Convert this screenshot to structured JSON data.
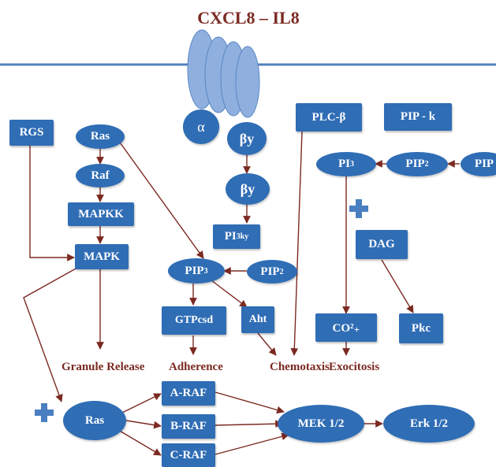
{
  "title": "CXCL8 – IL8",
  "receptor": {
    "alpha": "α",
    "beta_gamma": "βy",
    "beta_gamma_2": "βy",
    "pi3": "PI",
    "pi3_sub": "3ky"
  },
  "left": {
    "rgs": "RGS",
    "ras": "Ras",
    "raf": "Raf",
    "mapkk": "MAPKK",
    "mapk": "MAPK"
  },
  "middle": {
    "pip3": "PIP",
    "pip3_sub": "3",
    "pip2": "PIP",
    "pip2_sub": "2",
    "gtp": "GTPcsd",
    "aht": "Aht"
  },
  "right": {
    "plc": "PLC-β",
    "pipk": "PIP - k",
    "pi3": "PI",
    "pi3_sub": "3",
    "pip2": "PIP",
    "pip2_sub": "2",
    "pip": "PIP",
    "dag": "DAG",
    "co2": "CO²₊",
    "pkc": "Pkc"
  },
  "outcomes": {
    "granule": "Granule Release",
    "adherence": "Adherence",
    "chemotaxis": "Chemotaxis",
    "exocitosis": "Exocitosis"
  },
  "bottom": {
    "ras": "Ras",
    "araf": "A-RAF",
    "braf": "B-RAF",
    "craf": "C-RAF",
    "mek": "MEK 1/2",
    "erk": "Erk 1/2"
  },
  "colors": {
    "node": "#2f6db5",
    "arrow": "#7b2a22",
    "membrane": "#4f81bd",
    "receptor": "#8fb0de"
  }
}
